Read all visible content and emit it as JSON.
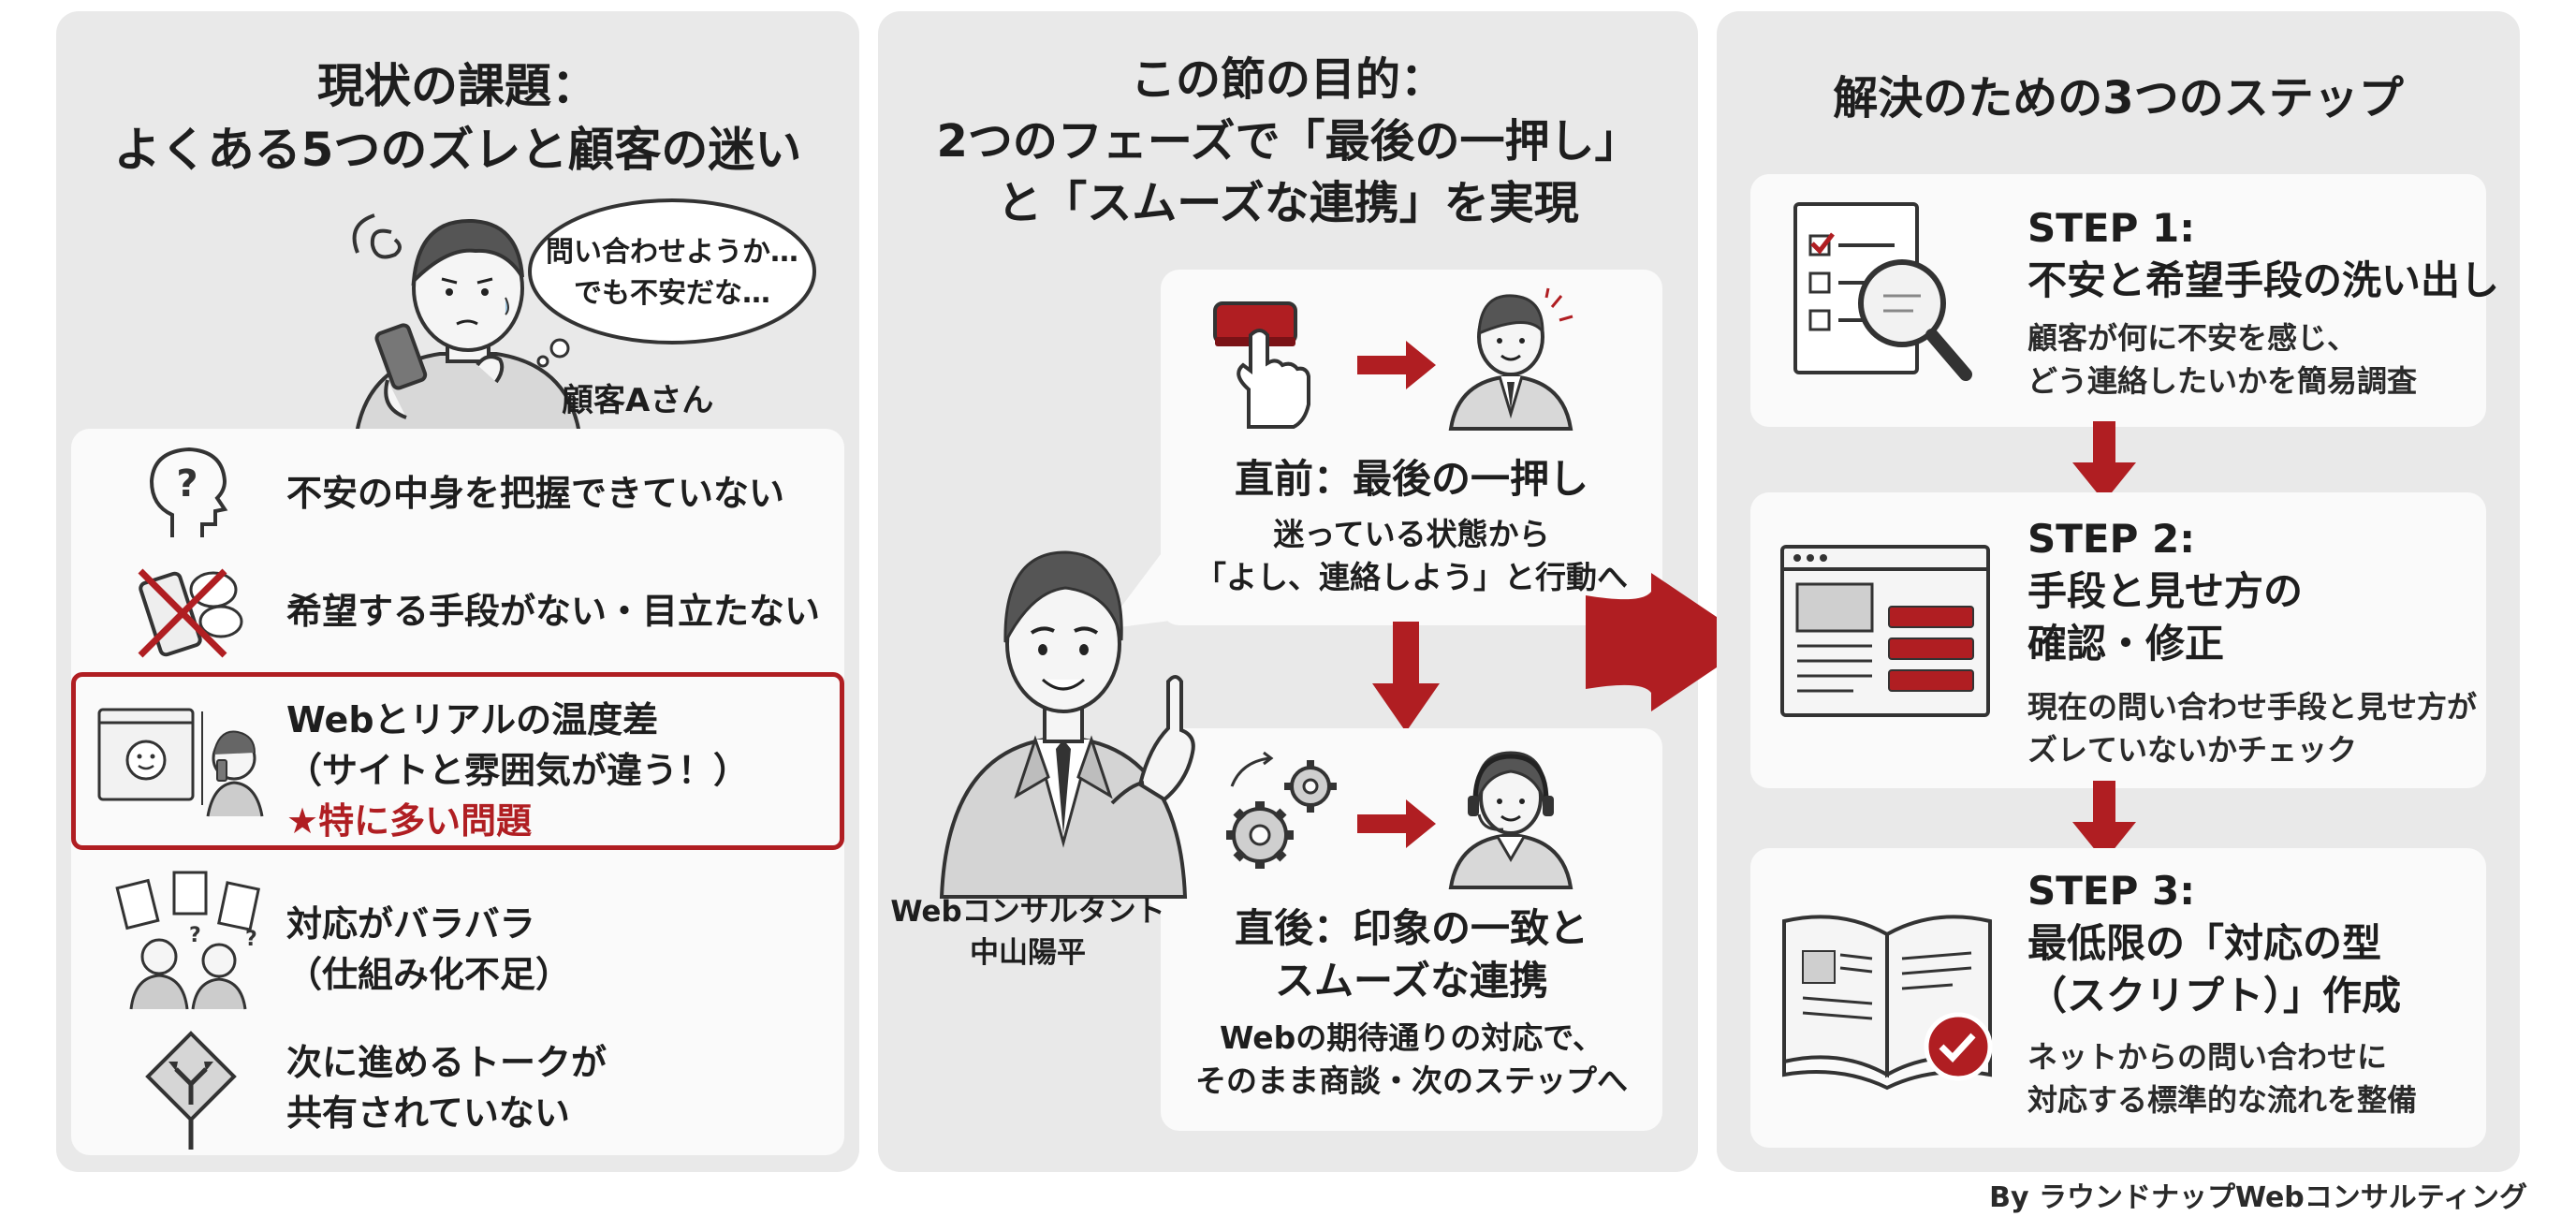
{
  "panel1": {
    "title_lines": [
      "現状の課題：",
      "よくある5つのズレと顧客の迷い"
    ],
    "speech_lines": [
      "問い合わせようか…",
      "でも不安だな…"
    ],
    "customer_label": "顧客Aさん",
    "items": [
      {
        "lines": [
          "不安の中身を把握できていない"
        ],
        "icon": "question-head-icon"
      },
      {
        "lines": [
          "希望する手段がない・目立たない"
        ],
        "icon": "crossed-phone-chat-icon"
      },
      {
        "lines": [
          "Webとリアルの温度差",
          "（サイトと雰囲気が違う！）"
        ],
        "highlight": "★特に多い問題",
        "icon": "web-vs-real-icon"
      },
      {
        "lines": [
          "対応がバラバラ",
          "（仕組み化不足）"
        ],
        "icon": "scattered-documents-icon"
      },
      {
        "lines": [
          "次に進めるトークが",
          "共有されていない"
        ],
        "icon": "junction-sign-icon"
      }
    ]
  },
  "panel2": {
    "title_lines": [
      "この節の目的：",
      "2つのフェーズで「最後の一押し」",
      "と「スムーズな連携」を実現"
    ],
    "consultant_lines": [
      "Webコンサルタント",
      "中山陽平"
    ],
    "phase1": {
      "title": "直前：最後の一押し",
      "desc_lines": [
        "迷っている状態から",
        "「よし、連絡しよう」と行動へ"
      ]
    },
    "phase2": {
      "title_lines": [
        "直後：印象の一致と",
        "スムーズな連携"
      ],
      "desc_lines": [
        "Webの期待通りの対応で、",
        "そのまま商談・次のステップへ"
      ]
    }
  },
  "panel3": {
    "title": "解決のための3つのステップ",
    "steps": [
      {
        "label": "STEP 1:",
        "title_lines": [
          "不安と希望手段の洗い出し"
        ],
        "desc_lines": [
          "顧客が何に不安を感じ、",
          "どう連絡したいかを簡易調査"
        ],
        "icon": "checklist-magnifier-icon"
      },
      {
        "label": "STEP 2:",
        "title_lines": [
          "手段と見せ方の",
          "確認・修正"
        ],
        "desc_lines": [
          "現在の問い合わせ手段と見せ方が",
          "ズレていないかチェック"
        ],
        "icon": "webpage-layout-icon"
      },
      {
        "label": "STEP 3:",
        "title_lines": [
          "最低限の「対応の型",
          "（スクリプト）」作成"
        ],
        "desc_lines": [
          "ネットからの問い合わせに",
          "対応する標準的な流れを整備"
        ],
        "icon": "open-book-check-icon"
      }
    ]
  },
  "footer": {
    "credit": "By ラウンドナップWebコンサルティング"
  },
  "colors": {
    "accent": "#b01e22",
    "panel": "#e9e9e9",
    "card": "#fafafa",
    "text": "#1e1e1e"
  }
}
